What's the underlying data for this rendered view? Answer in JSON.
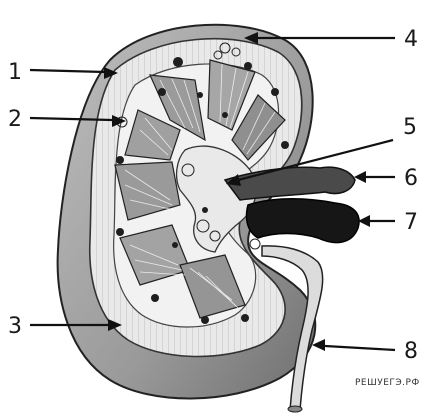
{
  "labels": [
    "1",
    "2",
    "3",
    "4",
    "5",
    "6",
    "7",
    "8"
  ],
  "watermark": "РЕШУЕГЭ.РФ"
}
